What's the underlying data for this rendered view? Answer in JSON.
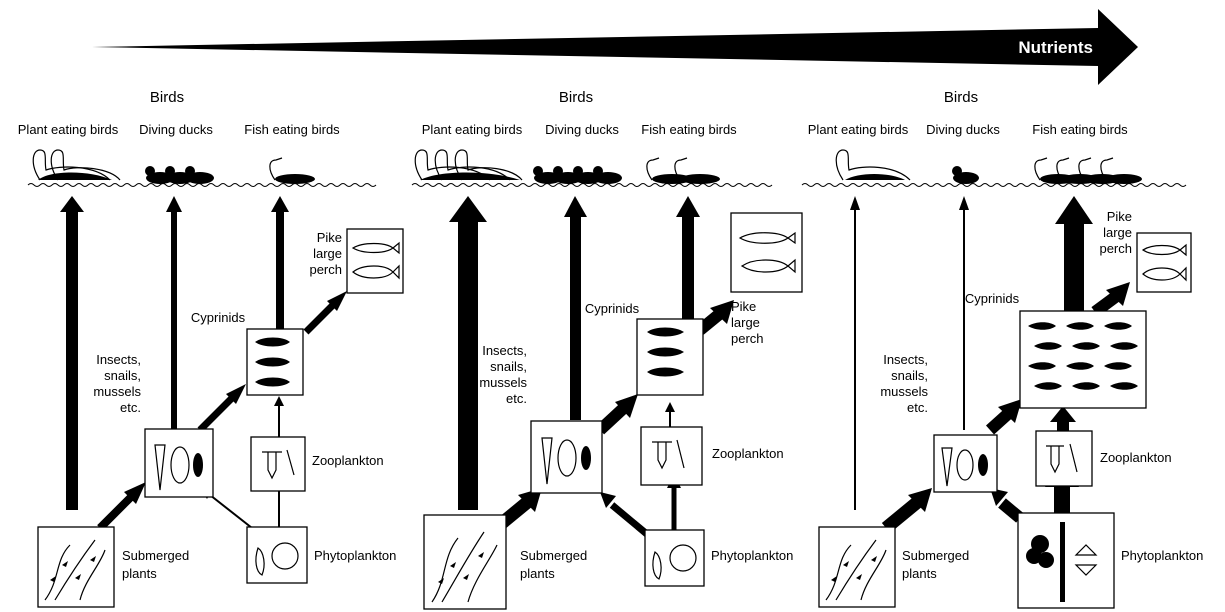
{
  "gradient_label": "Nutrients",
  "panels": [
    {
      "birds_heading": "Birds",
      "bird_groups": [
        "Plant eating birds",
        "Diving ducks",
        "Fish eating birds"
      ],
      "pike": [
        "Pike",
        "large",
        "perch"
      ],
      "cyprinids": "Cyprinids",
      "invertebrates": [
        "Insects,",
        "snails,",
        "mussels",
        "etc."
      ],
      "zooplankton": "Zooplankton",
      "submerged": [
        "Submerged",
        "plants"
      ],
      "phytoplankton": "Phytoplankton"
    },
    {
      "birds_heading": "Birds",
      "bird_groups": [
        "Plant eating birds",
        "Diving ducks",
        "Fish eating birds"
      ],
      "pike": [
        "Pike",
        "large",
        "perch"
      ],
      "cyprinids": "Cyprinids",
      "invertebrates": [
        "Insects,",
        "snails,",
        "mussels",
        "etc."
      ],
      "zooplankton": "Zooplankton",
      "submerged": [
        "Submerged",
        "plants"
      ],
      "phytoplankton": "Phytoplankton"
    },
    {
      "birds_heading": "Birds",
      "bird_groups": [
        "Plant eating birds",
        "Diving ducks",
        "Fish eating birds"
      ],
      "pike": [
        "Pike",
        "large",
        "perch"
      ],
      "cyprinids": "Cyprinids",
      "invertebrates": [
        "Insects,",
        "snails,",
        "mussels",
        "etc."
      ],
      "zooplankton": "Zooplankton",
      "submerged": [
        "Submerged",
        "plants"
      ],
      "phytoplankton": "Phytoplankton"
    }
  ]
}
